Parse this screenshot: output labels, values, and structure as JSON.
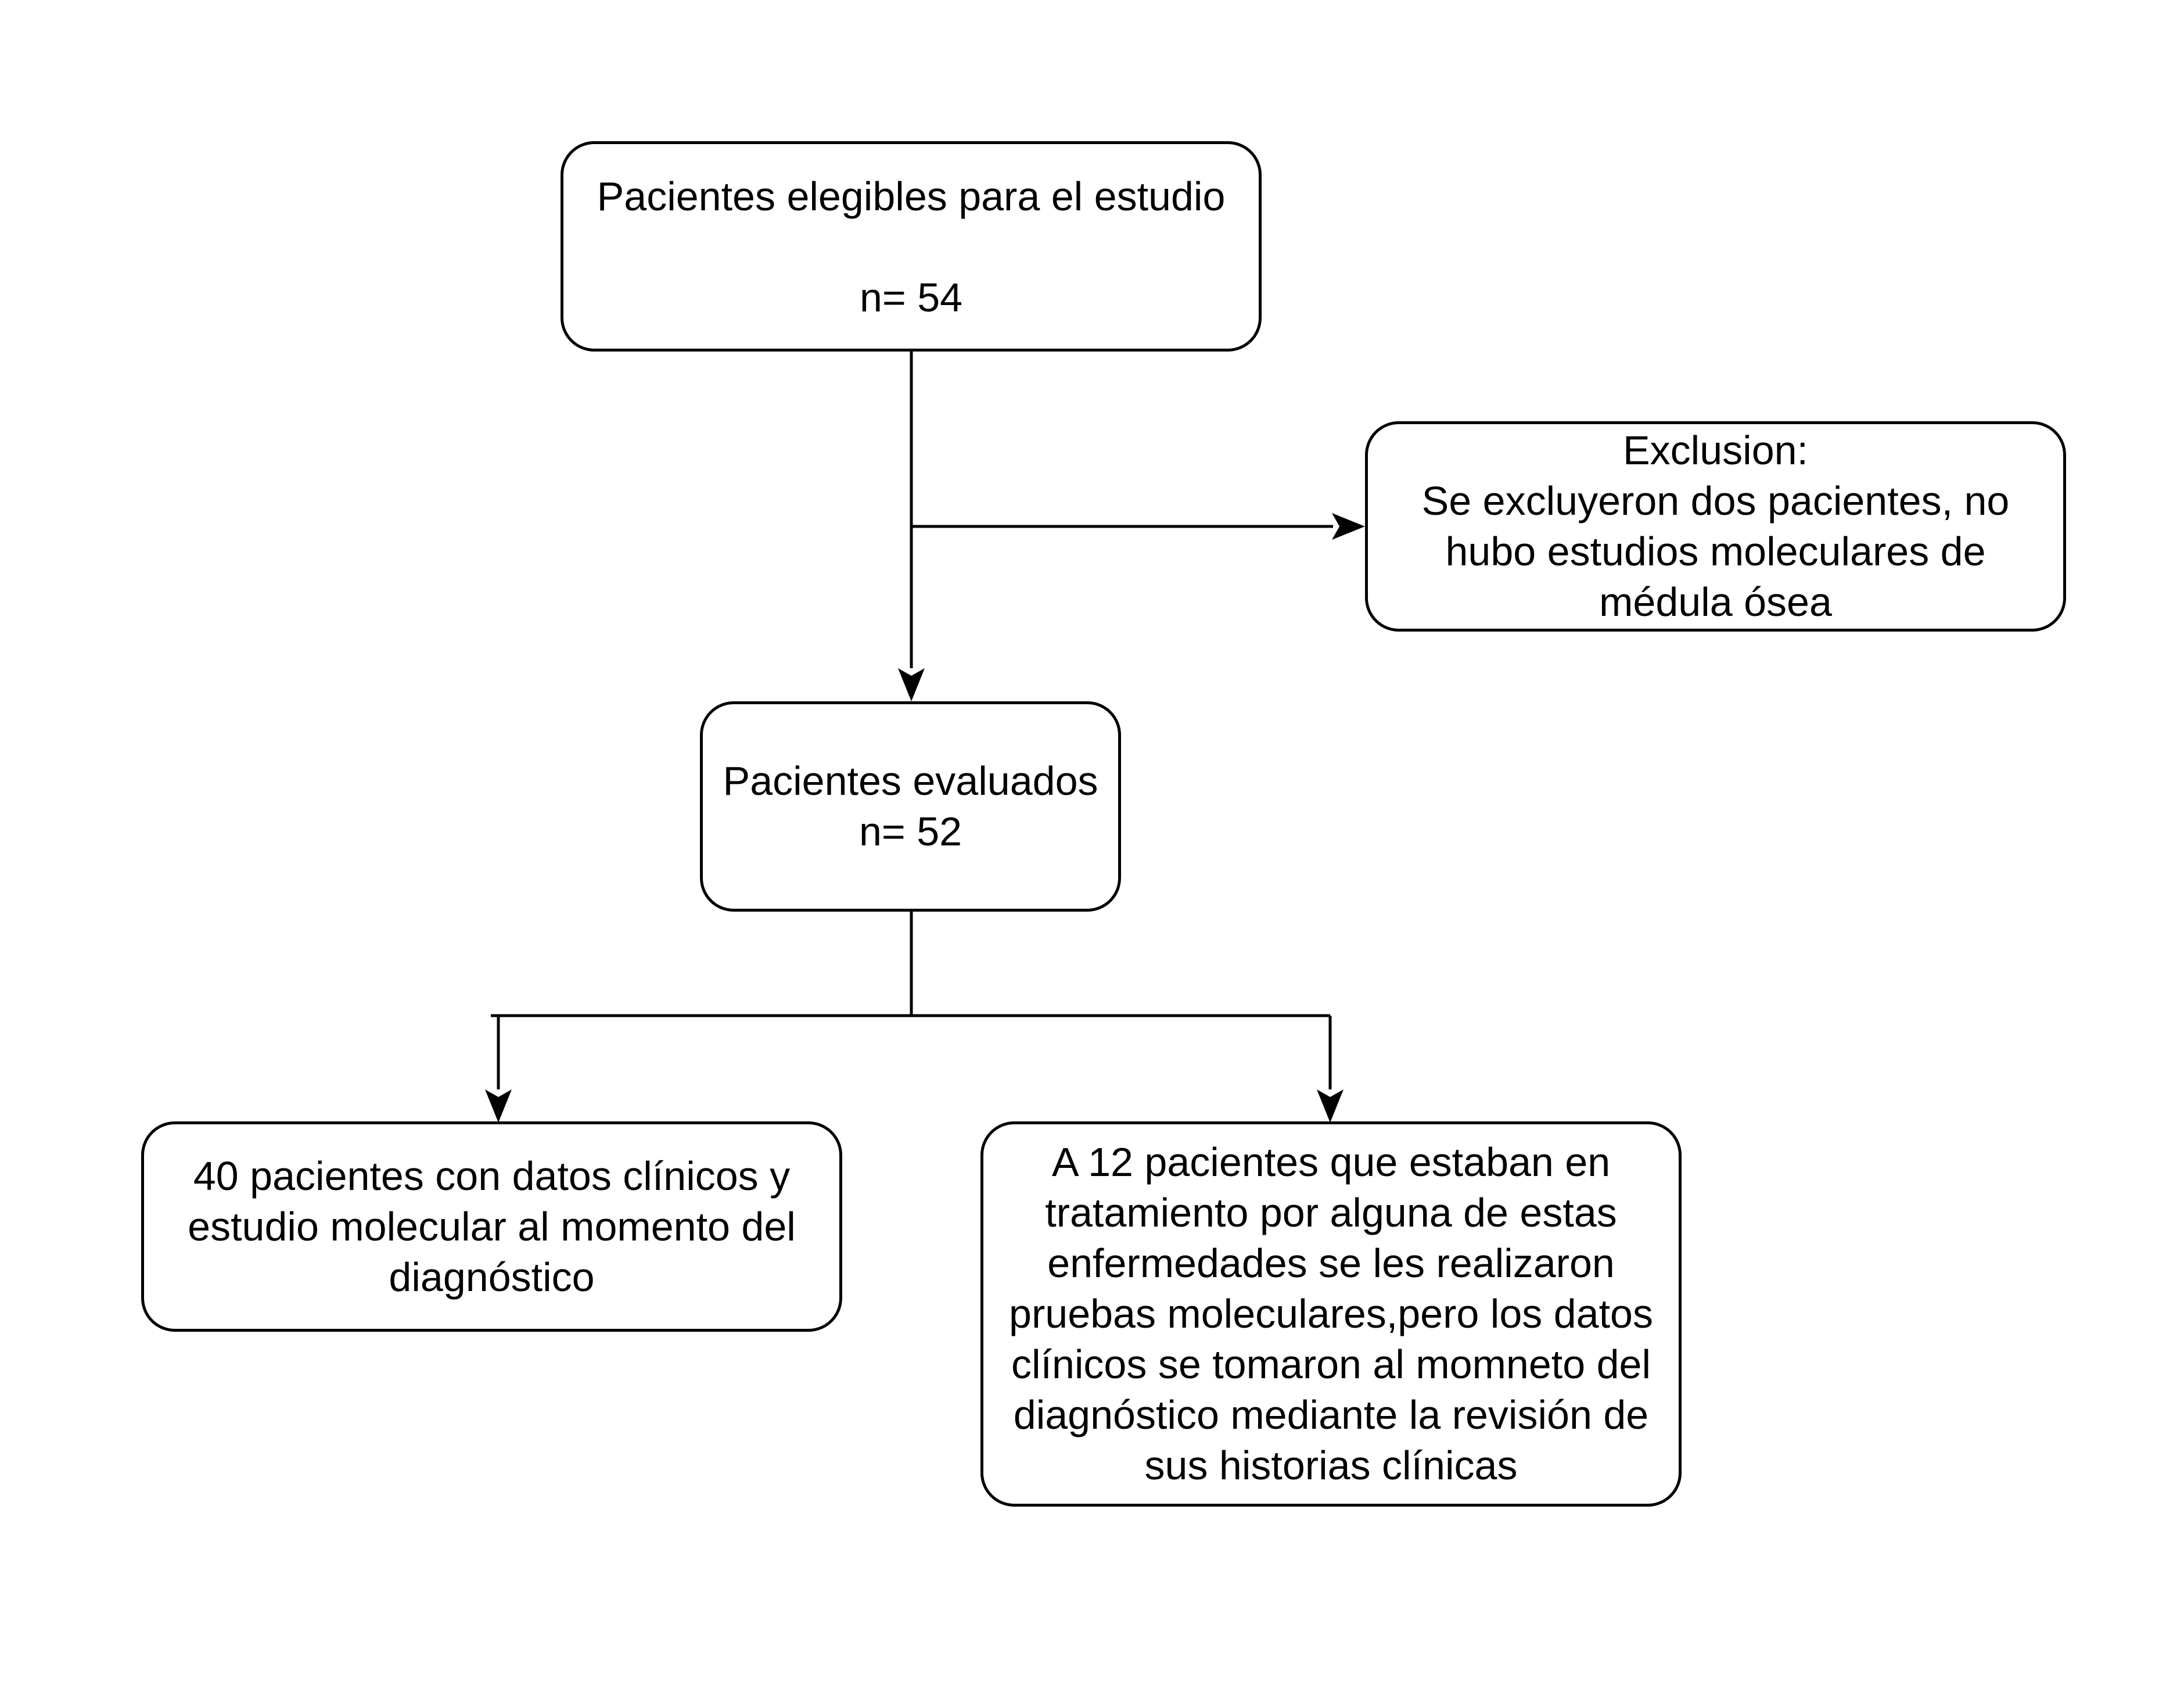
{
  "flowchart": {
    "eligible": {
      "title": "Pacientes elegibles para el estudio",
      "count": "n= 54"
    },
    "exclusion": {
      "lines": [
        "Exclusion:",
        "Se excluyeron dos pacientes, no",
        "hubo estudios moleculares de",
        "médula ósea"
      ]
    },
    "evaluated": {
      "title": "Pacientes evaluados",
      "count": "n= 52"
    },
    "group_40": {
      "lines": [
        "40 pacientes con datos clínicos y",
        "estudio molecular al momento del",
        "diagnóstico"
      ]
    },
    "group_12": {
      "lines": [
        "A 12 pacientes que estaban en",
        "tratamiento por alguna de estas",
        "enfermedades se les realizaron",
        "pruebas moleculares,pero los datos",
        "clínicos se tomaron al momneto del",
        "diagnóstico mediante la revisión de",
        "sus historias clínicas"
      ]
    }
  },
  "colors": {
    "stroke": "#000000",
    "background": "#ffffff",
    "text": "#000000"
  }
}
